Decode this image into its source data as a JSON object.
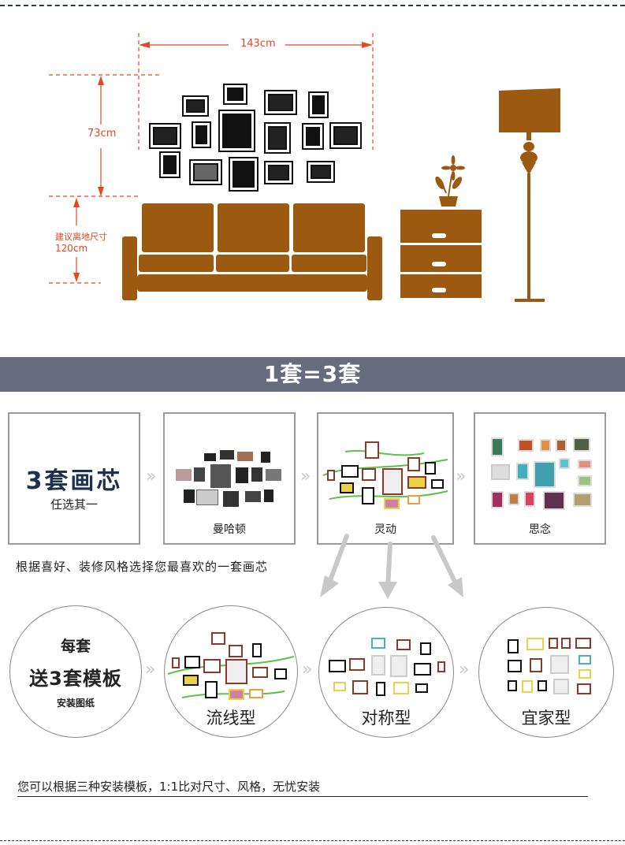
{
  "dimensions": {
    "width_label": "143cm",
    "height_label": "73cm",
    "height_from_floor_line1": "建议离地尺寸",
    "height_from_floor_line2": "120cm"
  },
  "banner": {
    "title": "1套=3套"
  },
  "sets": {
    "intro_main": "3套画芯",
    "intro_sub": "任选其一",
    "items": [
      {
        "label": "曼哈顿"
      },
      {
        "label": "灵动"
      },
      {
        "label": "思念"
      }
    ],
    "note": "根据喜好、装修风格选择您最喜欢的一套画芯"
  },
  "templates": {
    "intro_line1": "每套",
    "intro_line2": "送3套模板",
    "intro_line3": "安装图纸",
    "items": [
      {
        "label": "流线型"
      },
      {
        "label": "对称型"
      },
      {
        "label": "宜家型"
      }
    ],
    "note": "您可以根据三种安装模板，1:1比对尺寸、风格，无忧安装"
  },
  "colors": {
    "furniture": "#9c5a10",
    "dimension_red": "#e8461e",
    "banner_bg": "#666c7d"
  }
}
